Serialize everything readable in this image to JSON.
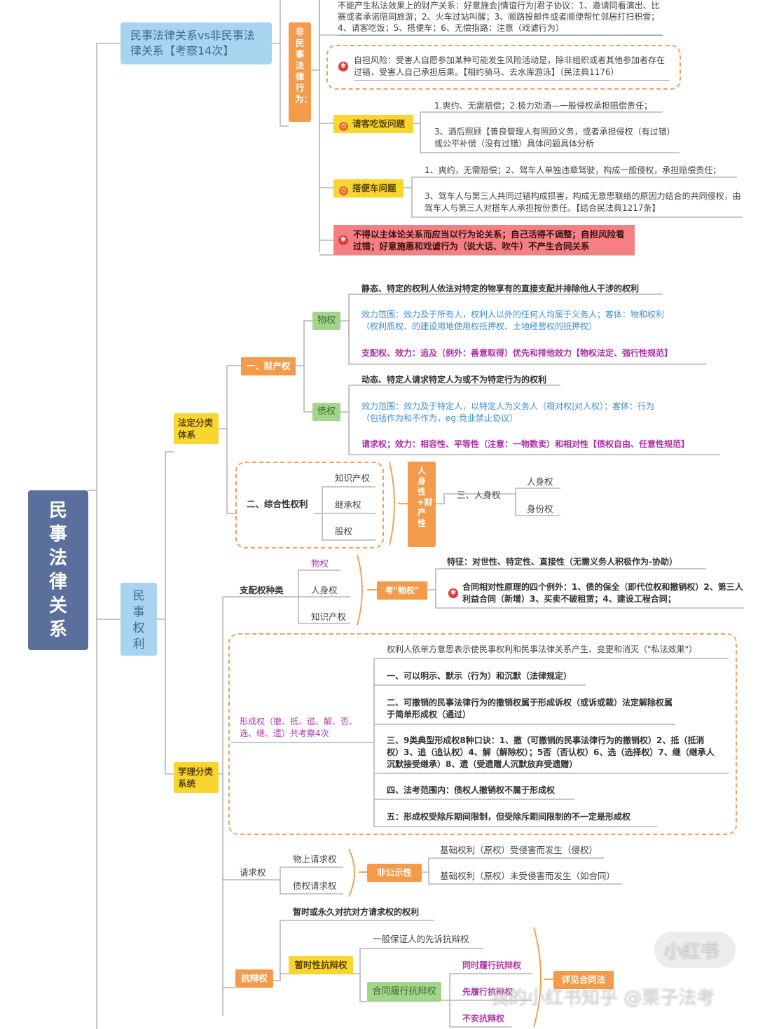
{
  "root": "民事法律关系",
  "top_section": {
    "title": "民事法律关系vs非民事法律关系【考察14次】",
    "non_civil_label": "非民事法律行为：",
    "intro_text": "不能产生私法效果上的财产关系：好意施会|情谊行为|君子协议：1、邀请同看演出、比赛或者承诺陪同旅游；2、火车过站叫醒；3、顺路投邮件或者顺便帮忙邻居打扫积雪；4、请客吃饭；5、搭便车；6、无偿指路：注意（戏谑行为）",
    "self_risk": "自担风险：受害人自愿参加某种可能发生风险活动是，除非组织或者其他参加者存在过错，受害人自己承担后果。【相约骑马、去水库游泳】（民法典1176）",
    "treat_label": "请客吃饭问题",
    "treat_1": "1.爽约、无需赔偿；2.极力劝酒—一般侵权承担赔偿责任；",
    "treat_3": "3、酒后照顾【善良管理人有照顾义务，或者承担侵权（有过错）或公平补偿（没有过错）具体问题具体分析",
    "ride_label": "搭便车问题",
    "ride_1": "1、爽约，无需赔偿；2、驾车人单独违章驾驶，构成一般侵权，承担赔偿责任；",
    "ride_3": "3、驾车人与第三人共同过错构成损害，构成无意思联络的原因力结合的共同侵权，由驾车人与第三人对搭车人承担按份责任。【结合民法典1217条】",
    "pink_note": "不得以主体论关系而应当以行为论关系；自己活得不调整；自担风险看过错；好意施惠和戏谑行为（说大话、吹牛）不产生合同关系"
  },
  "rights_section": {
    "title": "民事权利",
    "legal": {
      "label": "法定分类体系",
      "property": "一、财产权",
      "real_right": {
        "label": "物权",
        "def": "静态、特定的权利人依法对特定的物享有的直接支配并排除他人干涉的权利",
        "scope": "效力范围：效力及于所有人，权利人以外的任何人均属于义务人；客体：物和权利（权利质权、的建设用地使用权抵押权、土地经营权的抵押权）",
        "effect": "支配权、效力：追及（例外：善意取得）优先和排他效力【物权法定、强行性规范】"
      },
      "creditor": {
        "label": "债权",
        "def": "动态、特定人请求特定人为或不为特定行为的权利",
        "scope": "效力范围：效力及于特定人，以特定人为义务人（相对权|对人权）；客体：行为（包括作为和不作为，eg:竞业禁止协议）",
        "effect": "请求权；效力：相容性、平等性（注意：一物数卖）和相对性【债权自由、任意性规范】"
      },
      "composite": "二、综合性权利",
      "ip": "知识产权",
      "inherit": "继承权",
      "equity": "股权",
      "vbar": "人身性+财产性",
      "personal": "三、人身权",
      "personality": "人身权",
      "identity": "身份权"
    },
    "doctrinal": {
      "label": "学理分类系统",
      "dominion": {
        "label": "支配权种类",
        "items": [
          "物权",
          "人身权",
          "知识产权"
        ],
        "kao_label": "考\"物权\"",
        "feature": "特征：对世性、特定性、直接性（无需义务人积极作为-协助）",
        "exceptions": "合同相对性原理的四个例外：1、债的保全（即代位权和撤销权）2、第三人利益合同（新增）3、买卖不破租赁；4、建设工程合同；"
      },
      "formation": {
        "label": "形成权（撤、抵、追、解、否、选、继、遗）共考察4次",
        "def": "权利人依单方意思表示使民事权利和民事法律关系产生、变更和消灭（\"私法效果\"）",
        "p1": "一、可以明示、默示（行为）和沉默（法律规定）",
        "p2": "二、可撤销的民事法律行为的撤销权属于形成诉权（或诉或裁）法定解除权属于简单形成权（通过）",
        "p3": "三、9类典型形成权8种口诀：1、撤（可撤销的民事法律行为的撤销权）2、抵（抵消权）3、追（追认权）4、解（解除权）；5否（否认权）6、选（选择权）7、继（继承人沉默接受继承）8、遗（受遗赠人沉默放弃受遗赠）",
        "p4": "四、法考范围内：债权人撤销权不属于形成权",
        "p5": "五：形成权受除斥期间限制，但受除斥期间限制的不一定是形成权"
      },
      "claim": {
        "label": "请求权",
        "real": "物上请求权",
        "debt": "债权请求权",
        "nonpublic": "非公示性",
        "base1": "基础权利（原权）受侵害而发生（侵权）",
        "base2": "基础权利（原权）未受侵害而发生（如合同）"
      },
      "defense": {
        "label": "抗辩权",
        "def": "暂时或永久对抗对方请求权的权利",
        "temp": "暂时性抗辩权",
        "guarantor": "一般保证人的先诉抗辩权",
        "contract": "合同履行抗辩权",
        "simul": "同时履行抗辩权",
        "first": "先履行抗辩权",
        "unsafe": "不安抗辩权",
        "see": "详见合同法"
      }
    }
  },
  "watermark": {
    "brand": "小红书",
    "credit": "我的小红书知乎 @栗子法考"
  }
}
